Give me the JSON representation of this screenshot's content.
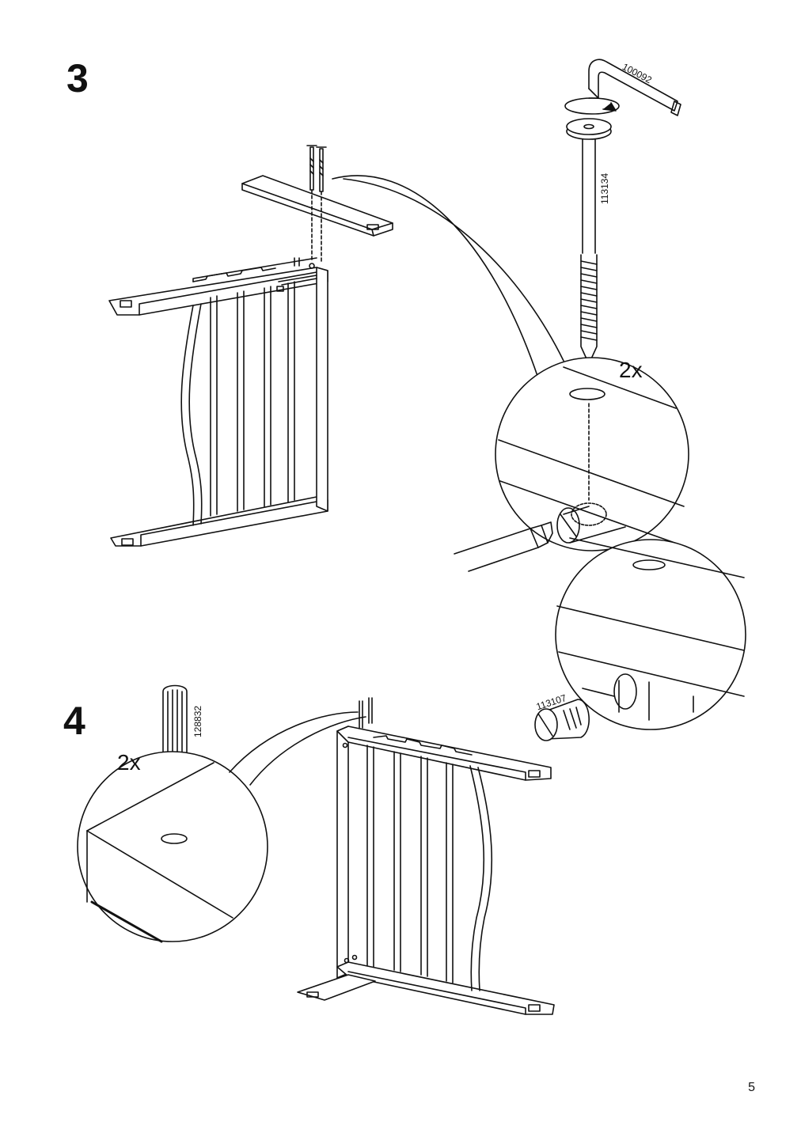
{
  "steps": [
    {
      "number": "3",
      "quantity": "2x",
      "parts": [
        "100092",
        "113134",
        "113107"
      ]
    },
    {
      "number": "4",
      "quantity": "2x",
      "parts": [
        "128832"
      ]
    }
  ],
  "page_number": "5",
  "icons": [
    "allen-key-icon",
    "rotate-arrow-icon",
    "bolt-icon",
    "cam-lock-nut-icon",
    "wooden-dowel-icon",
    "screwdriver-icon",
    "screw-icon"
  ]
}
